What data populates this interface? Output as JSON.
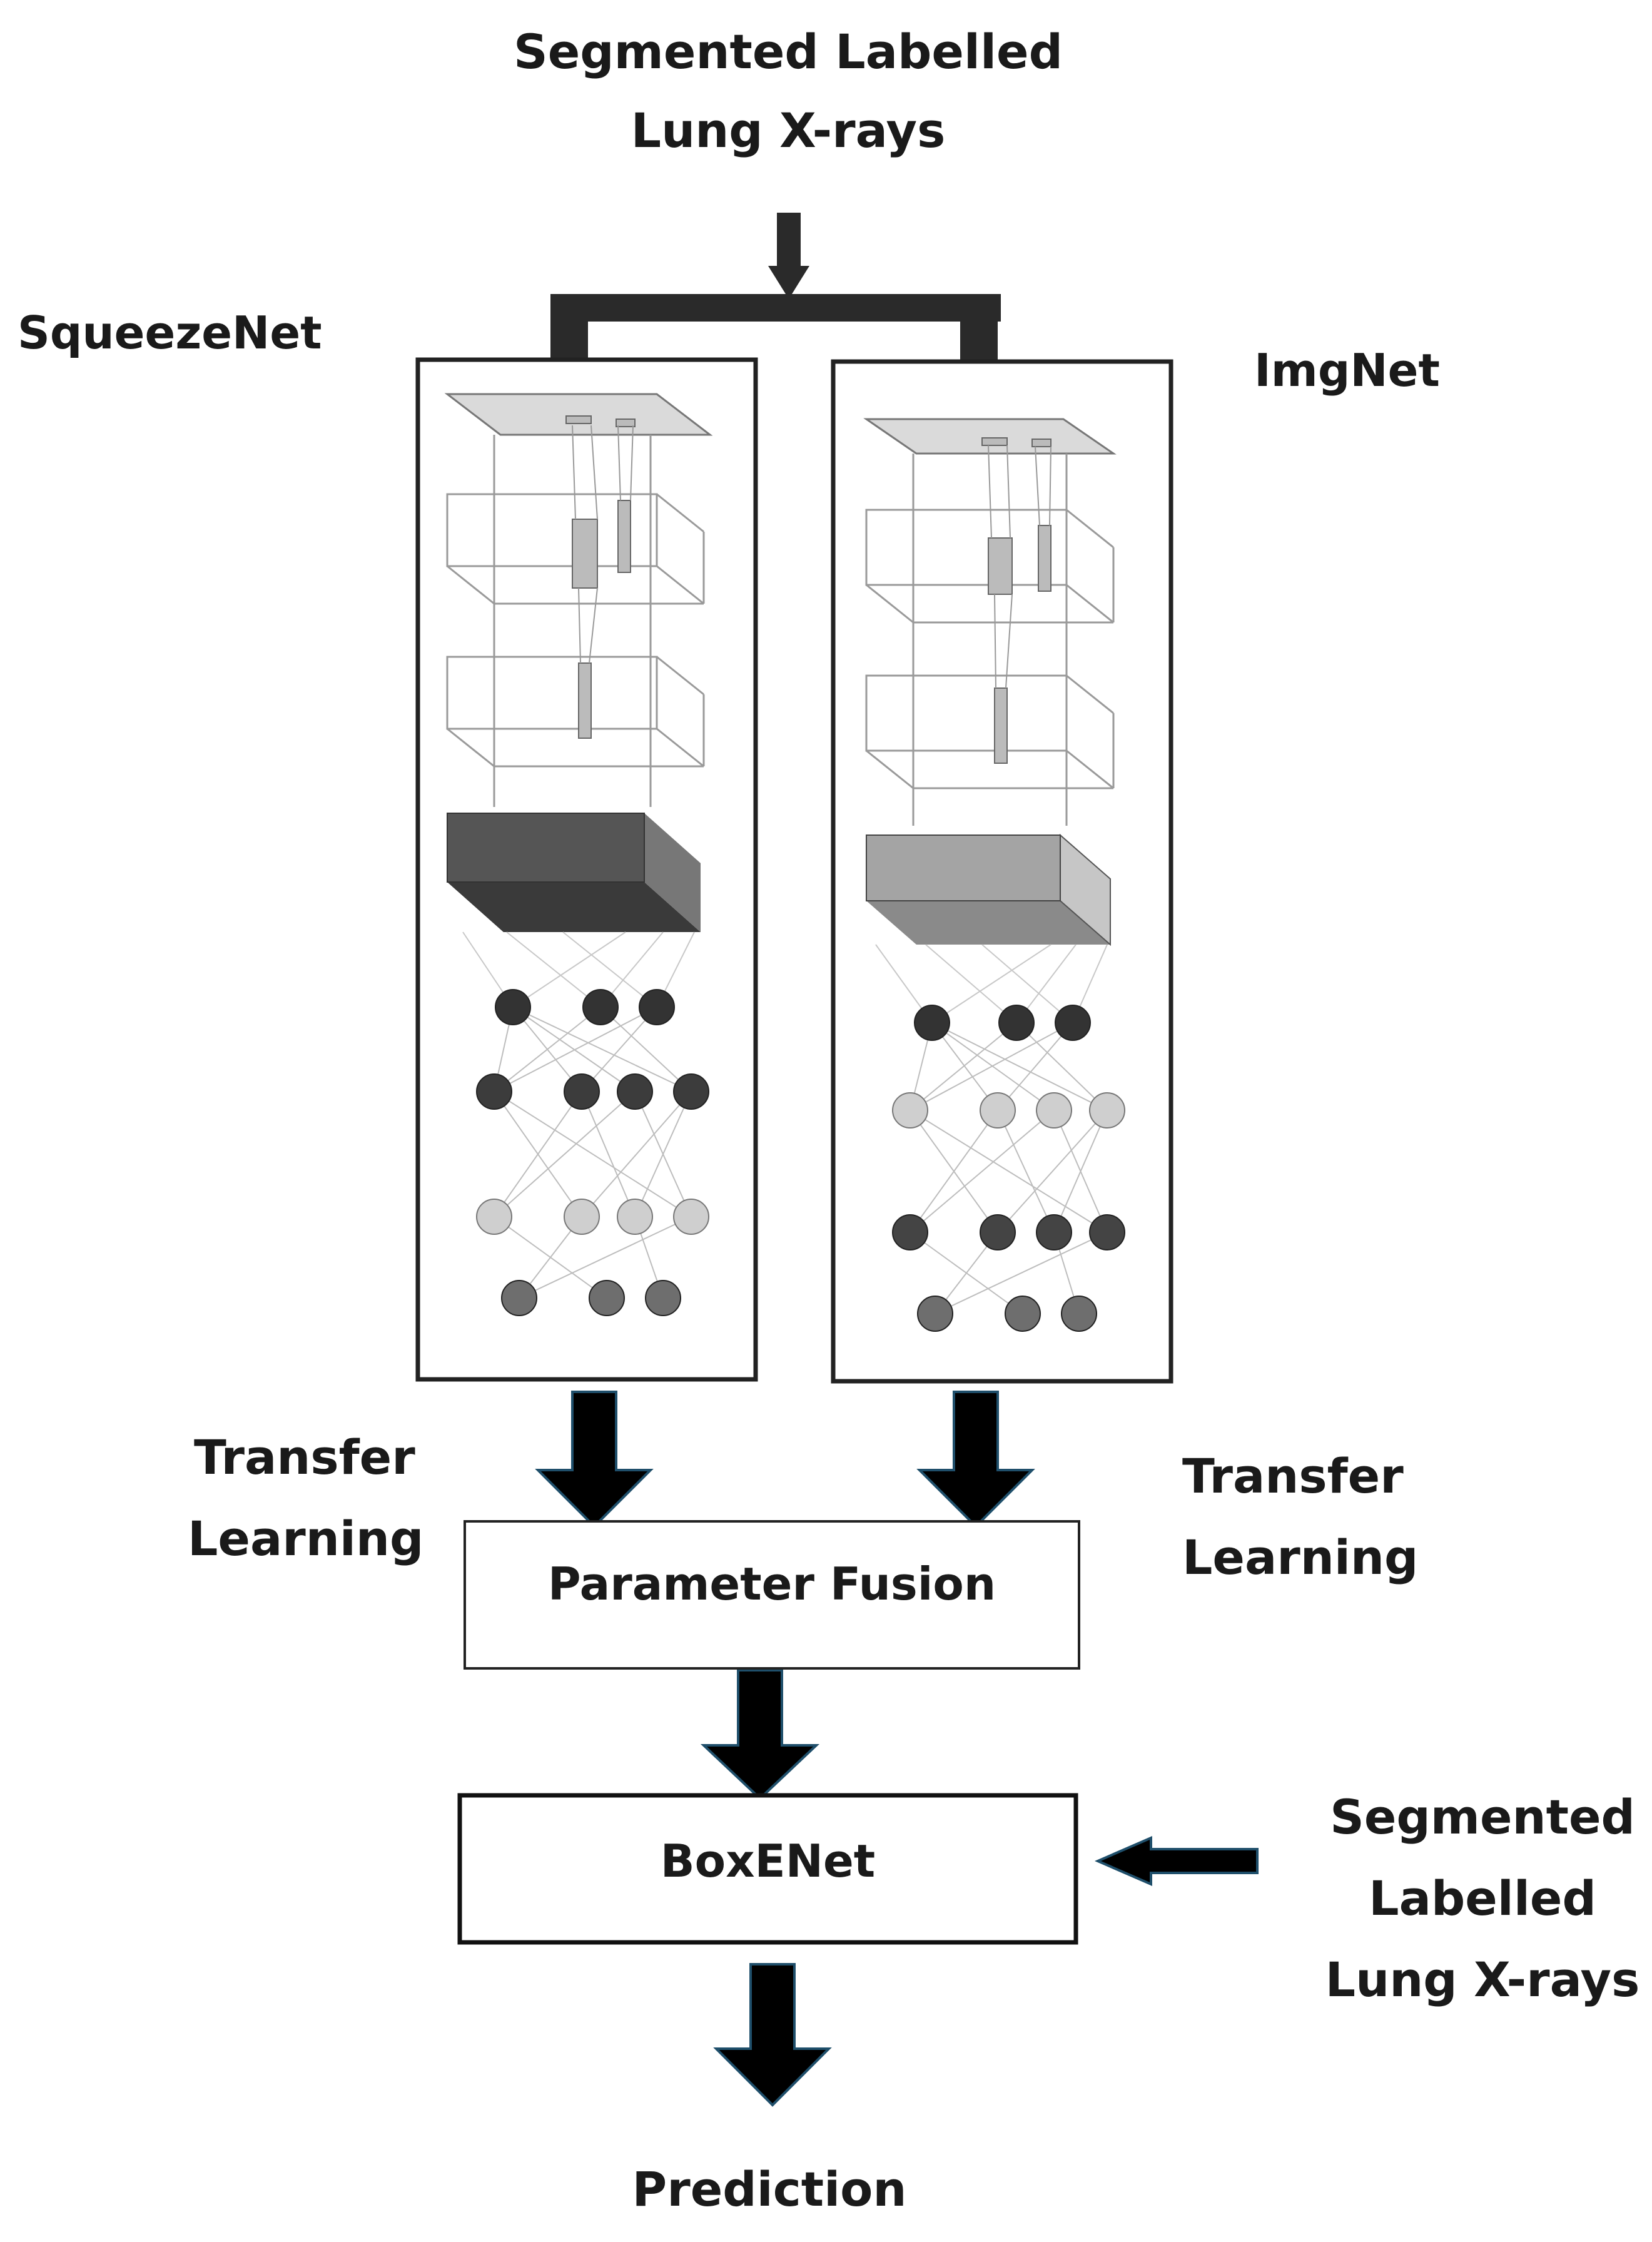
{
  "top_input": {
    "line1": "Segmented Labelled",
    "line2": "Lung X-rays"
  },
  "left_model": {
    "label": "SqueezeNet"
  },
  "right_model": {
    "label": "ImgNet"
  },
  "transfer_left": {
    "line1": "Transfer",
    "line2": "Learning"
  },
  "transfer_right": {
    "line1": "Transfer",
    "line2": "Learning"
  },
  "fusion": {
    "label": "Parameter Fusion"
  },
  "boxenet": {
    "label": "BoxENet"
  },
  "side_input": {
    "line1": "Segmented",
    "line2": "Labelled",
    "line3": "Lung X-rays"
  },
  "output": {
    "label": "Prediction"
  },
  "colors": {
    "arrow_fill": "#000000",
    "arrow_outline": "#1f4f6b",
    "box_stroke": "#222222",
    "dark_node": "#3a3a3a",
    "light_node": "#cfcfcf",
    "mid_node": "#6e6e6e"
  }
}
